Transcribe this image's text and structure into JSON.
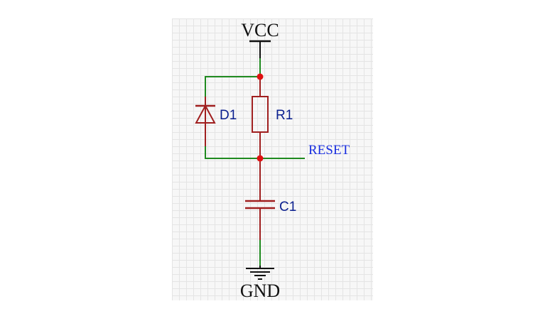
{
  "labels": {
    "vcc": "VCC",
    "gnd": "GND",
    "reset": "RESET",
    "diode": "D1",
    "resistor": "R1",
    "capacitor": "C1"
  },
  "colors": {
    "wire": "#1f8a1f",
    "component": "#a01f1f",
    "junction": "#e01010",
    "power": "#111111",
    "ref_text": "#0a1f8f",
    "net_text": "#1a2fe0"
  }
}
